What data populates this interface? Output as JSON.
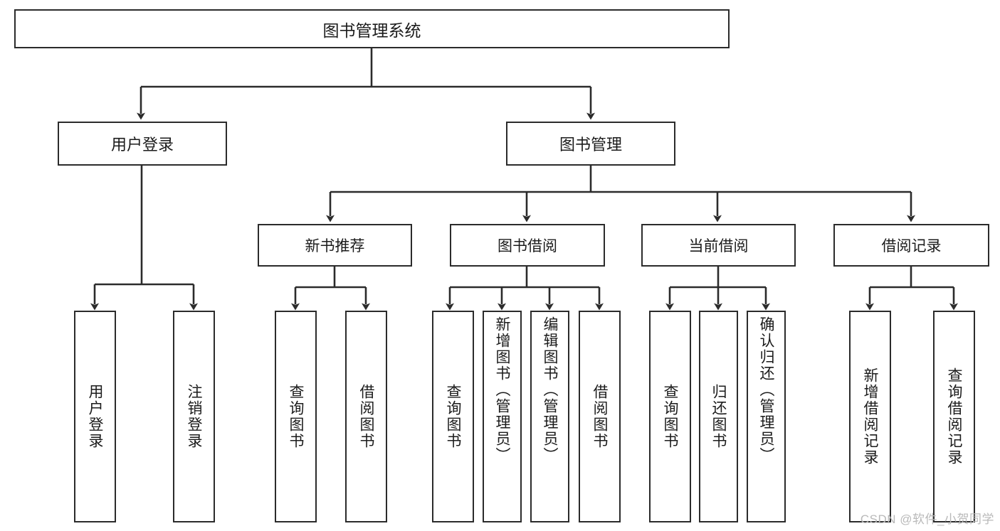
{
  "diagram": {
    "title": "图书管理系统",
    "type": "tree",
    "orientation": "top-down",
    "colors": {
      "box_border": "#2b2b2b",
      "box_fill": "#ffffff",
      "edge": "#2b2b2b",
      "background": "#ffffff",
      "watermark": "#b9b9b9"
    },
    "root": {
      "label": "图书管理系统"
    },
    "level2": [
      {
        "label": "用户登录"
      },
      {
        "label": "图书管理"
      }
    ],
    "level3": [
      {
        "label": "新书推荐"
      },
      {
        "label": "图书借阅"
      },
      {
        "label": "当前借阅"
      },
      {
        "label": "借阅记录"
      }
    ],
    "leaves": {
      "user_login": [
        {
          "label": "用户登录"
        },
        {
          "label": "注销登录"
        }
      ],
      "new_book_recommend": [
        {
          "label": "查询图书"
        },
        {
          "label": "借阅图书"
        }
      ],
      "book_borrow": [
        {
          "label": "查询图书"
        },
        {
          "label": "新增图书（管理员）"
        },
        {
          "label": "编辑图书（管理员）"
        },
        {
          "label": "借阅图书"
        }
      ],
      "current_borrow": [
        {
          "label": "查询图书"
        },
        {
          "label": "归还图书"
        },
        {
          "label": "确认归还（管理员）"
        }
      ],
      "borrow_record": [
        {
          "label": "新增借阅记录"
        },
        {
          "label": "查询借阅记录"
        }
      ]
    },
    "watermark": "CSDN @软件_小贺同学"
  }
}
